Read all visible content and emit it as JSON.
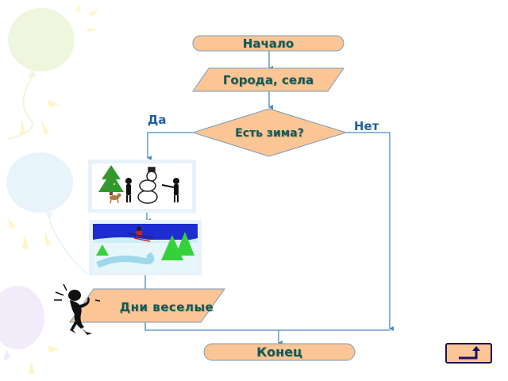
{
  "flowchart": {
    "start": {
      "label": "Начало",
      "shape": "terminator"
    },
    "input": {
      "label": "Города, села",
      "shape": "parallelogram"
    },
    "decision": {
      "label": "Есть зима?",
      "shape": "diamond",
      "yes_label": "Да",
      "no_label": "Нет"
    },
    "images": [
      {
        "name": "snowman-scene",
        "description": "children building snowman near Christmas tree with dog"
      },
      {
        "name": "skiing-scene",
        "description": "skier going downhill with fir trees"
      }
    ],
    "output": {
      "label": "Дни веселые",
      "shape": "parallelogram"
    },
    "end": {
      "label": "Конец",
      "shape": "terminator"
    }
  },
  "navigation": {
    "return_button": {
      "icon": "return-arrow-icon"
    }
  },
  "colors": {
    "shape_fill": "#fbc595",
    "shape_border": "#7a9cb8",
    "text": "#0e5a5a",
    "connector": "#4a8bc0",
    "labels": "#1f5fa0",
    "button_border": "#1a0f5a"
  }
}
